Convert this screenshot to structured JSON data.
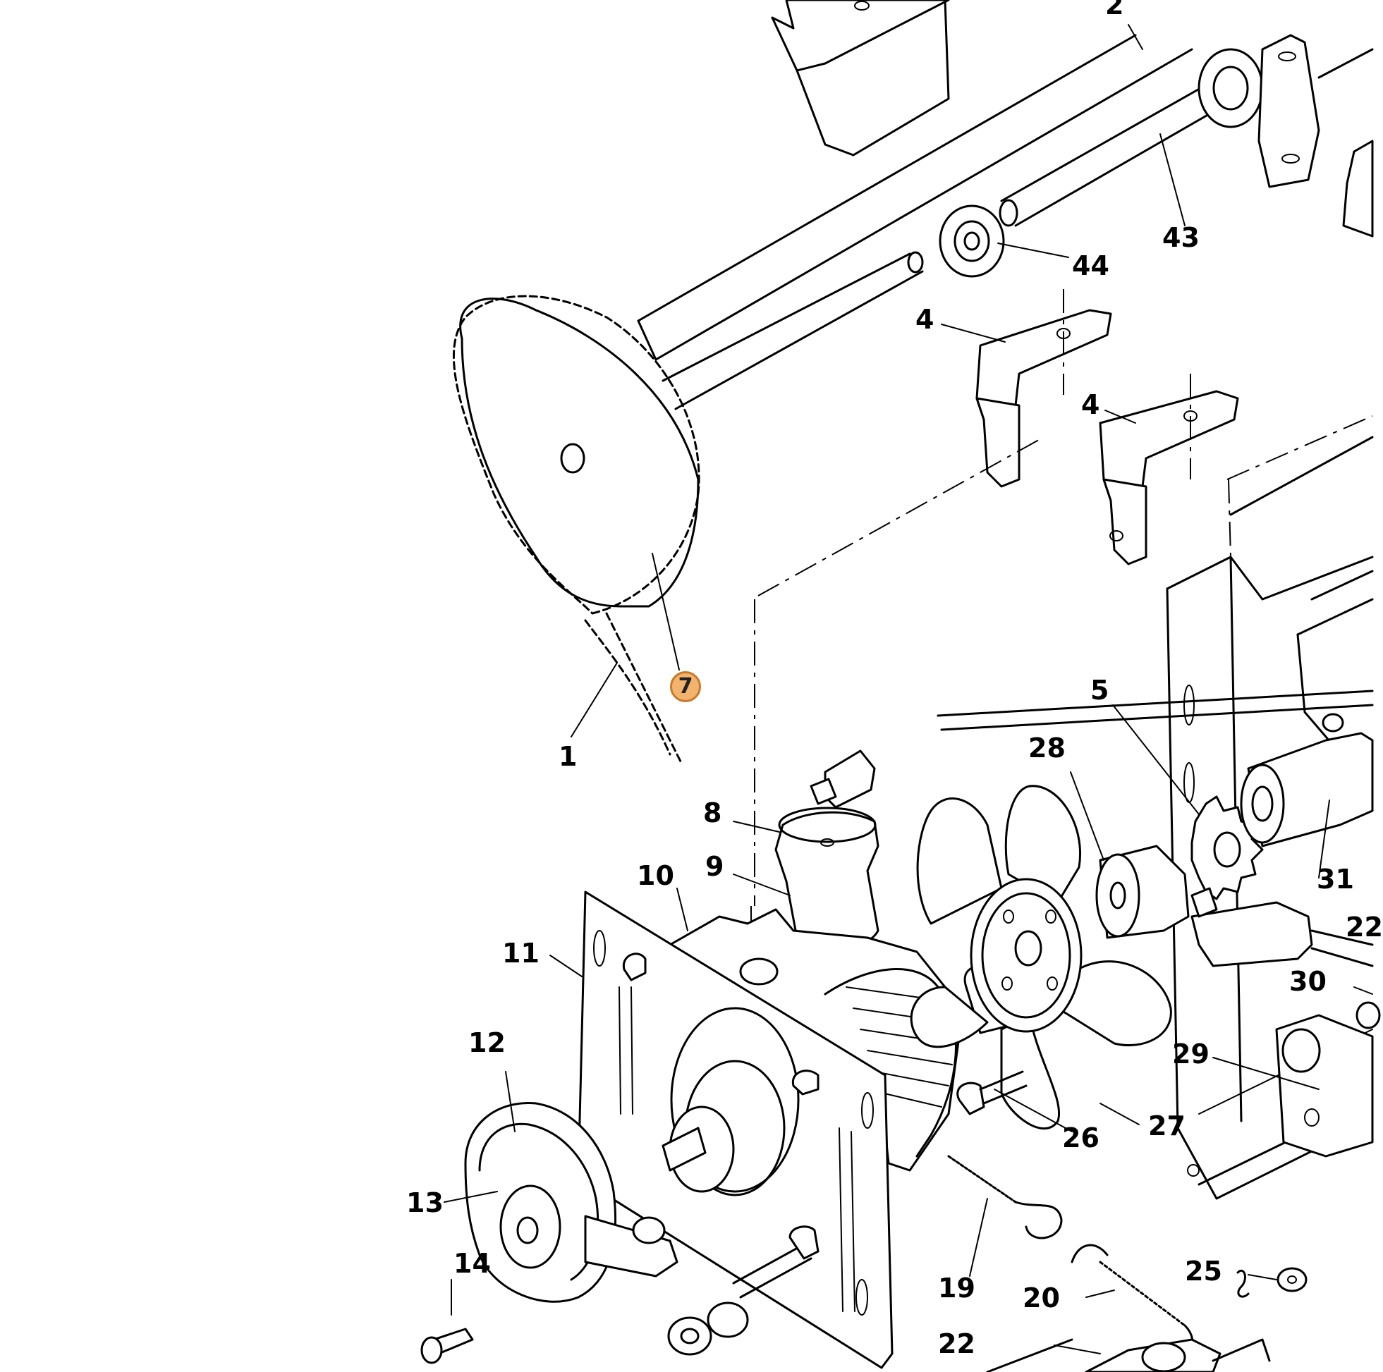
{
  "diagram": {
    "highlight_color": "#f2b36e",
    "labels": [
      {
        "id": "lbl-2",
        "text": "2"
      },
      {
        "id": "lbl-43",
        "text": "43"
      },
      {
        "id": "lbl-44",
        "text": "44"
      },
      {
        "id": "lbl-4a",
        "text": "4"
      },
      {
        "id": "lbl-4b",
        "text": "4"
      },
      {
        "id": "lbl-7",
        "text": "7",
        "highlighted": true
      },
      {
        "id": "lbl-1",
        "text": "1"
      },
      {
        "id": "lbl-5",
        "text": "5"
      },
      {
        "id": "lbl-28",
        "text": "28"
      },
      {
        "id": "lbl-8",
        "text": "8"
      },
      {
        "id": "lbl-9",
        "text": "9"
      },
      {
        "id": "lbl-10",
        "text": "10"
      },
      {
        "id": "lbl-11",
        "text": "11"
      },
      {
        "id": "lbl-31",
        "text": "31"
      },
      {
        "id": "lbl-22a",
        "text": "22"
      },
      {
        "id": "lbl-30",
        "text": "30"
      },
      {
        "id": "lbl-12",
        "text": "12"
      },
      {
        "id": "lbl-29",
        "text": "29"
      },
      {
        "id": "lbl-26",
        "text": "26"
      },
      {
        "id": "lbl-27",
        "text": "27"
      },
      {
        "id": "lbl-13",
        "text": "13"
      },
      {
        "id": "lbl-14",
        "text": "14"
      },
      {
        "id": "lbl-19",
        "text": "19"
      },
      {
        "id": "lbl-25",
        "text": "25"
      },
      {
        "id": "lbl-20",
        "text": "20"
      },
      {
        "id": "lbl-22b",
        "text": "22"
      }
    ]
  }
}
